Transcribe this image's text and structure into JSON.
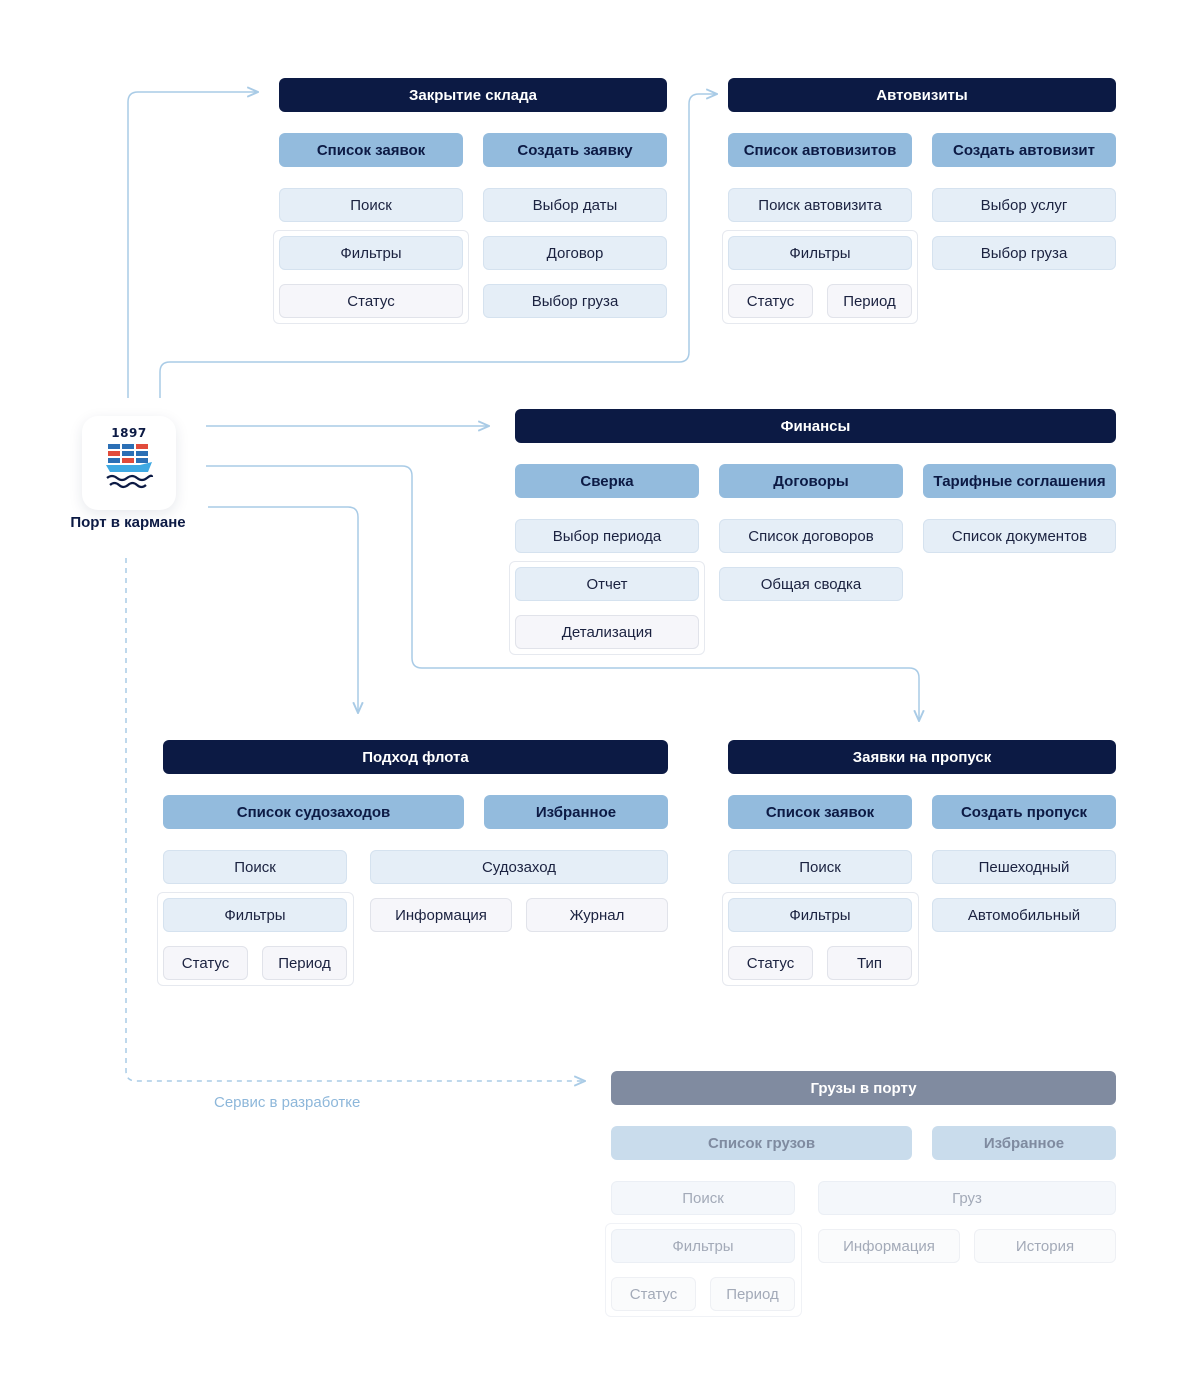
{
  "logo": {
    "year": "1897",
    "name": "Порт в кармане"
  },
  "dev_note": "Сервис в разработке",
  "colors": {
    "head": "#0c1a44",
    "section": "#93bbdd",
    "leaf": "#e5eef7",
    "connector": "#a9cbe6",
    "disabled_head": "#808ba0"
  },
  "modules": {
    "sklad": {
      "title": "Закрытие склада",
      "list": "Список заявок",
      "create": "Создать заявку",
      "search": "Поиск",
      "filters": "Фильтры",
      "status": "Статус",
      "date": "Выбор даты",
      "contract": "Договор",
      "cargo": "Выбор груза"
    },
    "avto": {
      "title": "Автовизиты",
      "list": "Список автовизитов",
      "create": "Создать автовизит",
      "search": "Поиск автовизита",
      "filters": "Фильтры",
      "status": "Статус",
      "period": "Период",
      "services": "Выбор услуг",
      "cargo": "Выбор груза"
    },
    "finance": {
      "title": "Финансы",
      "reconcile": "Сверка",
      "contracts": "Договоры",
      "tariffs": "Тарифные соглашения",
      "period": "Выбор периода",
      "report": "Отчет",
      "detail": "Детализация",
      "contract_list": "Список договоров",
      "summary": "Общая сводка",
      "documents": "Список документов"
    },
    "fleet": {
      "title": "Подход флота",
      "list": "Список судозаходов",
      "favorites": "Избранное",
      "search": "Поиск",
      "filters": "Фильтры",
      "status": "Статус",
      "period": "Период",
      "call": "Судозаход",
      "info": "Информация",
      "journal": "Журнал"
    },
    "pass": {
      "title": "Заявки на пропуск",
      "list": "Список заявок",
      "create": "Создать пропуск",
      "search": "Поиск",
      "filters": "Фильтры",
      "status": "Статус",
      "type": "Тип",
      "pedestrian": "Пешеходный",
      "vehicle": "Автомобильный"
    },
    "cargo": {
      "title": "Грузы в порту",
      "list": "Список грузов",
      "favorites": "Избранное",
      "search": "Поиск",
      "filters": "Фильтры",
      "status": "Статус",
      "period": "Период",
      "cargo": "Груз",
      "info": "Информация",
      "history": "История"
    }
  }
}
